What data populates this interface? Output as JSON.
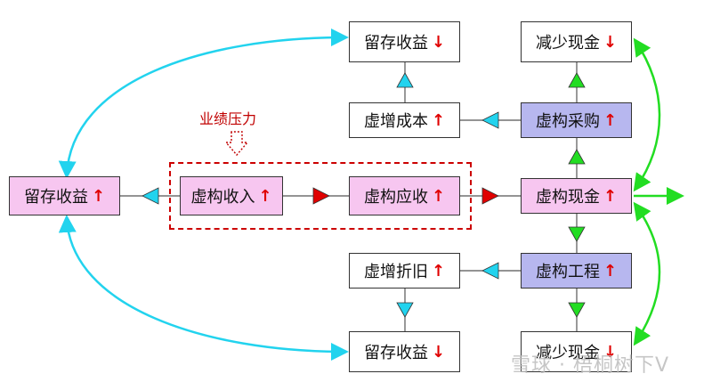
{
  "boxes": {
    "top_retained": {
      "label": "留存收益",
      "arrow": "↓"
    },
    "top_cash": {
      "label": "减少现金",
      "arrow": "↓"
    },
    "cost": {
      "label": "虚增成本",
      "arrow": "↑"
    },
    "purchase": {
      "label": "虚构采购",
      "arrow": "↑"
    },
    "left_retained": {
      "label": "留存收益",
      "arrow": "↑"
    },
    "revenue": {
      "label": "虚构收入",
      "arrow": "↑"
    },
    "receivable": {
      "label": "虚构应收",
      "arrow": "↑"
    },
    "cash": {
      "label": "虚构现金",
      "arrow": "↑"
    },
    "depr": {
      "label": "虚增折旧",
      "arrow": "↑"
    },
    "project": {
      "label": "虚构工程",
      "arrow": "↑"
    },
    "bot_retained": {
      "label": "留存收益",
      "arrow": "↓"
    },
    "bot_cash": {
      "label": "减少现金",
      "arrow": "↓"
    }
  },
  "pressure_label": "业绩压力",
  "watermark": "雪球 · 梧桐树下V",
  "colors": {
    "cyan": "#22d3ee",
    "green": "#22dd22",
    "red": "#e00000",
    "pink": "#f7c6f0",
    "blue": "#b7b7ef"
  }
}
